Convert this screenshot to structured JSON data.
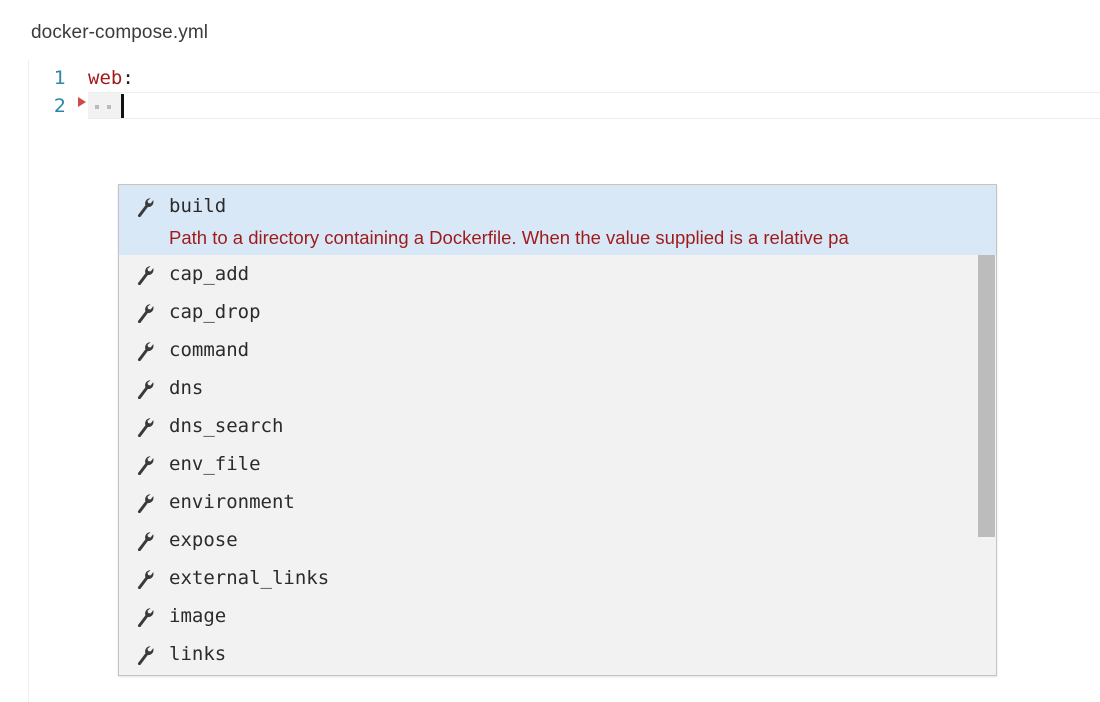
{
  "file": {
    "title": "docker-compose.yml"
  },
  "editor": {
    "lines": [
      {
        "number": "1",
        "key": "web",
        "punct": ":"
      },
      {
        "number": "2",
        "key": "",
        "punct": ""
      }
    ],
    "line1_number": "1",
    "line2_number": "2",
    "line1_key": "web",
    "line1_punct": ":",
    "linenumber_color": "#2b87a8",
    "key_color": "#a21b1b",
    "fold_marker_color": "#d04a4a"
  },
  "autocomplete": {
    "icon_name": "wrench-icon",
    "selected_index": 0,
    "highlight_color": "#d9e8f7",
    "description_color": "#9e1b1b",
    "items": [
      {
        "label": "build",
        "description": "Path to a directory containing a Dockerfile. When the value supplied is a relative pa"
      },
      {
        "label": "cap_add",
        "description": ""
      },
      {
        "label": "cap_drop",
        "description": ""
      },
      {
        "label": "command",
        "description": ""
      },
      {
        "label": "dns",
        "description": ""
      },
      {
        "label": "dns_search",
        "description": ""
      },
      {
        "label": "env_file",
        "description": ""
      },
      {
        "label": "environment",
        "description": ""
      },
      {
        "label": "expose",
        "description": ""
      },
      {
        "label": "external_links",
        "description": ""
      },
      {
        "label": "image",
        "description": ""
      },
      {
        "label": "links",
        "description": ""
      }
    ],
    "scrollbar": {
      "thumb_color": "#bcbcbc",
      "track_color": "#f2f2f2"
    }
  }
}
